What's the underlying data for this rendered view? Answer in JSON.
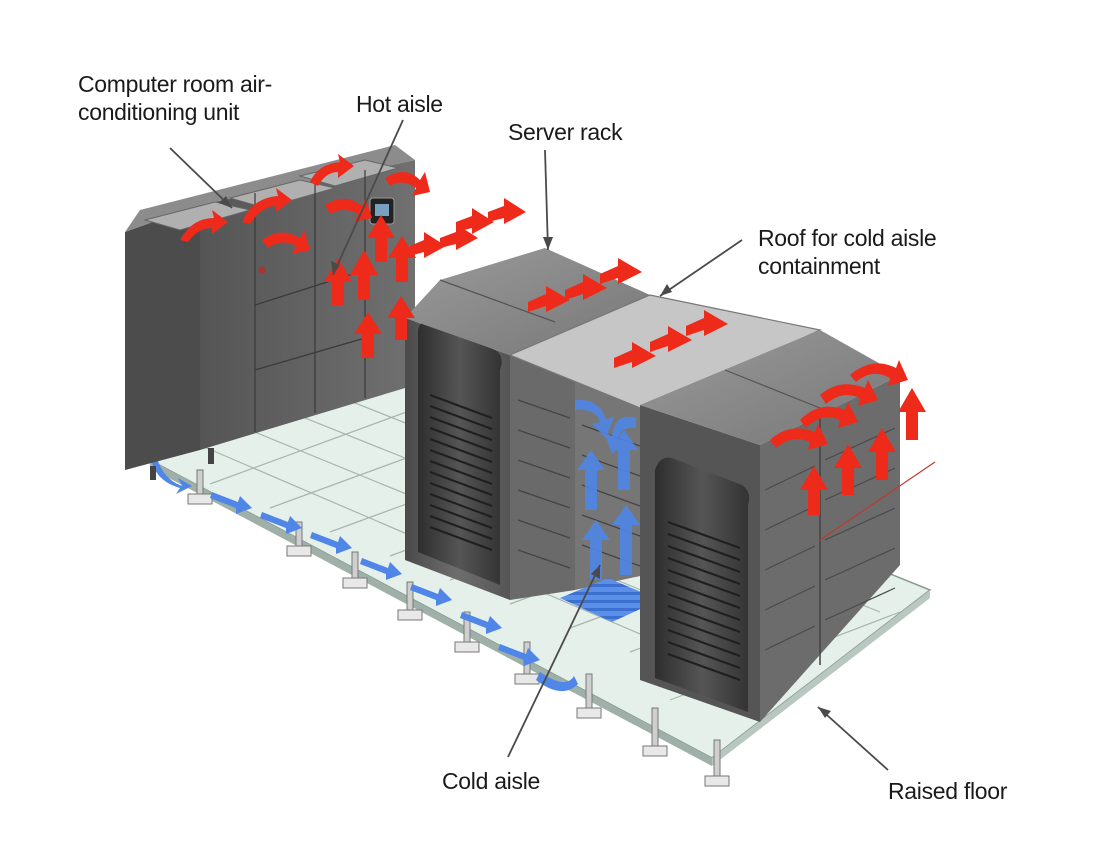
{
  "labels": {
    "crac_line1": "Computer room air-",
    "crac_line2": "conditioning unit",
    "hot_aisle": "Hot aisle",
    "server_rack": "Server rack",
    "roof_line1": "Roof for cold aisle",
    "roof_line2": "containment",
    "cold_aisle": "Cold aisle",
    "raised_floor": "Raised floor"
  },
  "colors": {
    "hot_air": "#ee2a1b",
    "cold_air": "#4f86e8",
    "rack_body": "#5a5a5a",
    "floor_tile": "#e4efe9",
    "containment_roof": "#c8c8c8"
  },
  "icons": {
    "hot_airflow": "red-arrow-icon",
    "cold_airflow": "blue-arrow-icon",
    "vent_grate": "floor-vent-grate"
  }
}
